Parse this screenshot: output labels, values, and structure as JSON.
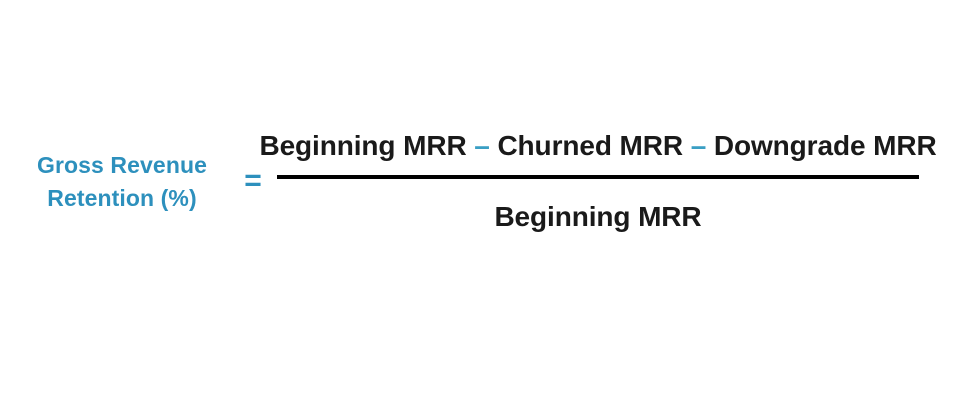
{
  "formula": {
    "name": "Gross Revenue Retention formula",
    "lhs": {
      "line1": "Gross Revenue",
      "line2": "Retention (%)",
      "color": "#2d90bd"
    },
    "relation": {
      "symbol": "=",
      "color": "#2d90bd"
    },
    "numerator": {
      "term1": "Beginning MRR",
      "operator1": "–",
      "term2": "Churned MRR",
      "operator2": "–",
      "term3": "Downgrade MRR",
      "text_color": "#1a1a1a",
      "operator_color": "#3a9fc4"
    },
    "denominator": {
      "term1": "Beginning MRR",
      "text_color": "#1a1a1a"
    },
    "bar": {
      "color": "#000000"
    },
    "background": "#ffffff"
  }
}
